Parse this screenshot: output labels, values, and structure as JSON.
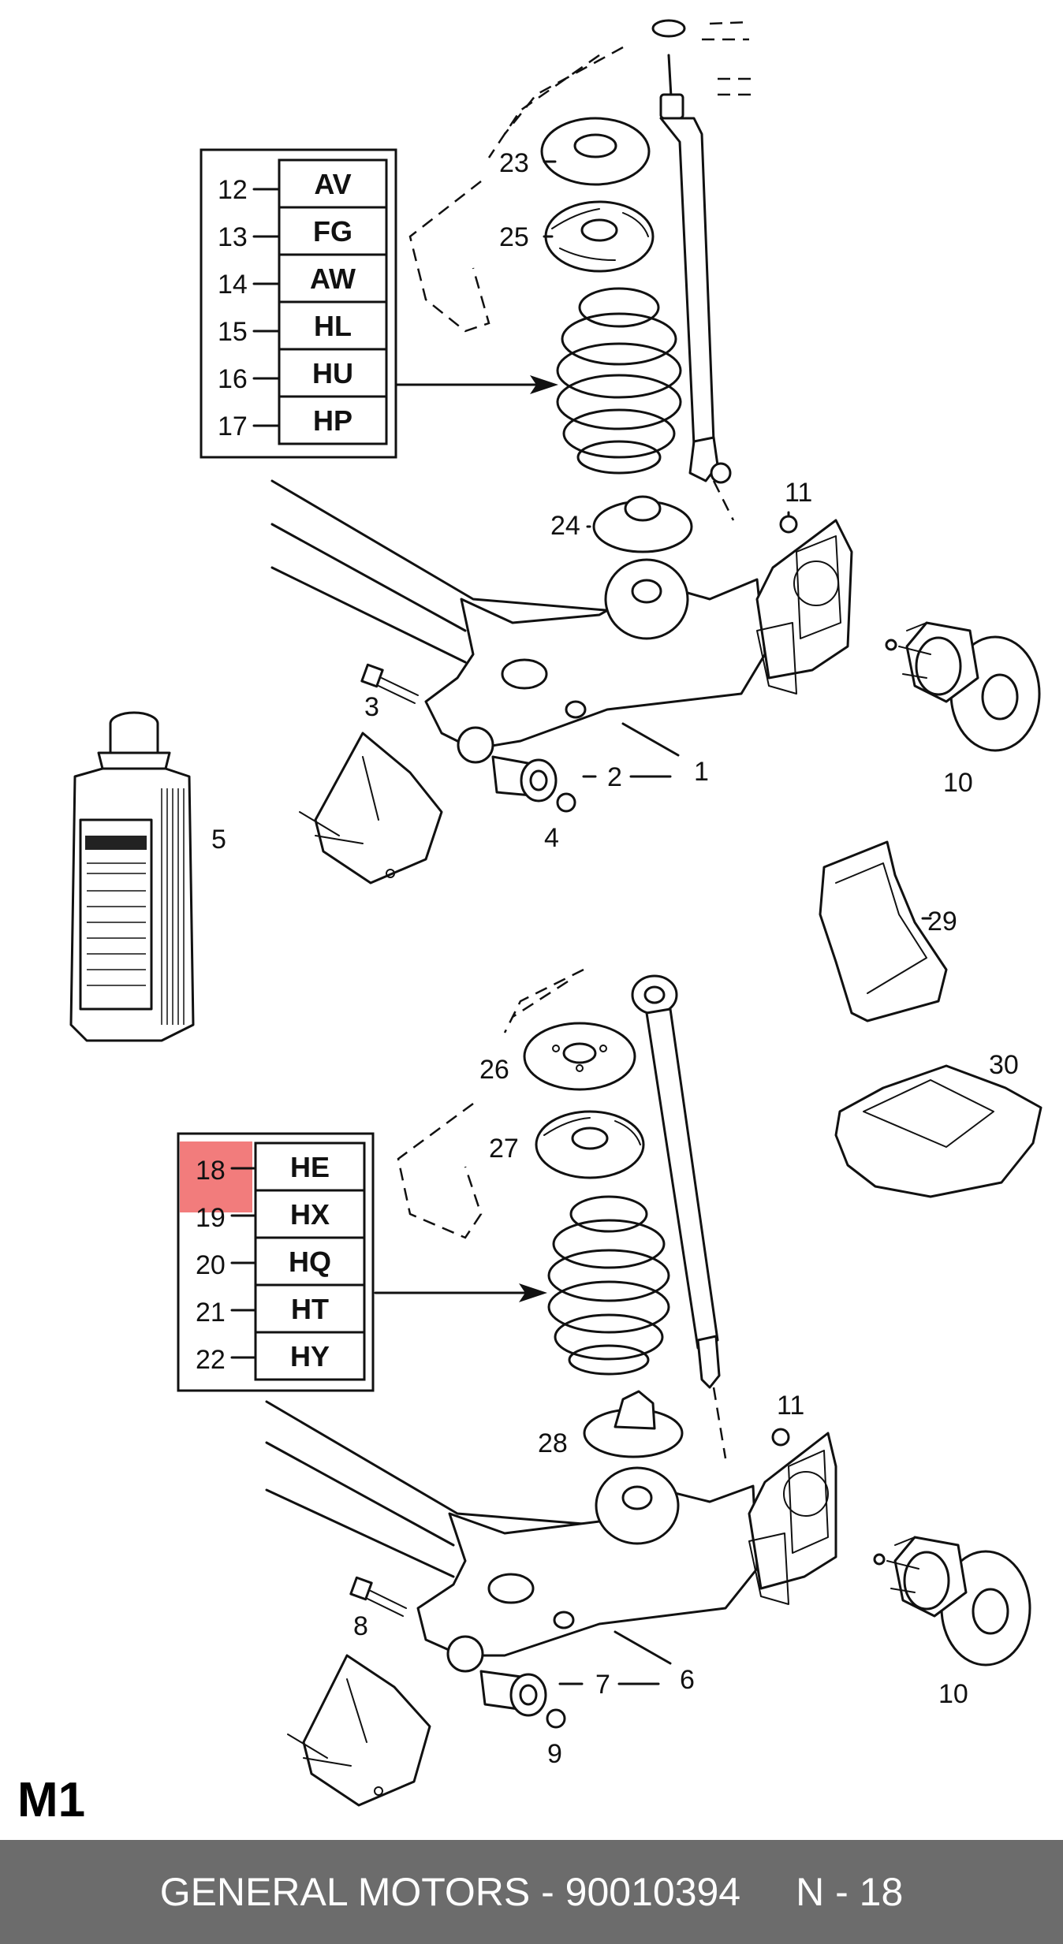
{
  "top_table": {
    "rows": [
      {
        "num": "12",
        "code": "AV"
      },
      {
        "num": "13",
        "code": "FG"
      },
      {
        "num": "14",
        "code": "AW"
      },
      {
        "num": "15",
        "code": "HL"
      },
      {
        "num": "16",
        "code": "HU"
      },
      {
        "num": "17",
        "code": "HP"
      }
    ]
  },
  "bottom_table": {
    "rows": [
      {
        "num": "18",
        "code": "HE",
        "highlighted": true
      },
      {
        "num": "19",
        "code": "HX"
      },
      {
        "num": "20",
        "code": "HQ"
      },
      {
        "num": "21",
        "code": "HT"
      },
      {
        "num": "22",
        "code": "HY"
      }
    ],
    "highlight_color": "#f27c7c"
  },
  "callouts_top": {
    "c1": "1",
    "c2": "2",
    "c3": "3",
    "c4": "4",
    "c5": "5",
    "c10": "10",
    "c11": "11",
    "c23": "23",
    "c24": "24",
    "c25": "25",
    "c29": "29"
  },
  "callouts_bottom": {
    "c6": "6",
    "c7": "7",
    "c8": "8",
    "c9": "9",
    "c10": "10",
    "c11": "11",
    "c26": "26",
    "c27": "27",
    "c28": "28",
    "c30": "30"
  },
  "corner_label": "M1",
  "footer": {
    "brand": "GENERAL MOTORS - 90010394",
    "page": "N - 18",
    "background": "#6c6c6c"
  }
}
